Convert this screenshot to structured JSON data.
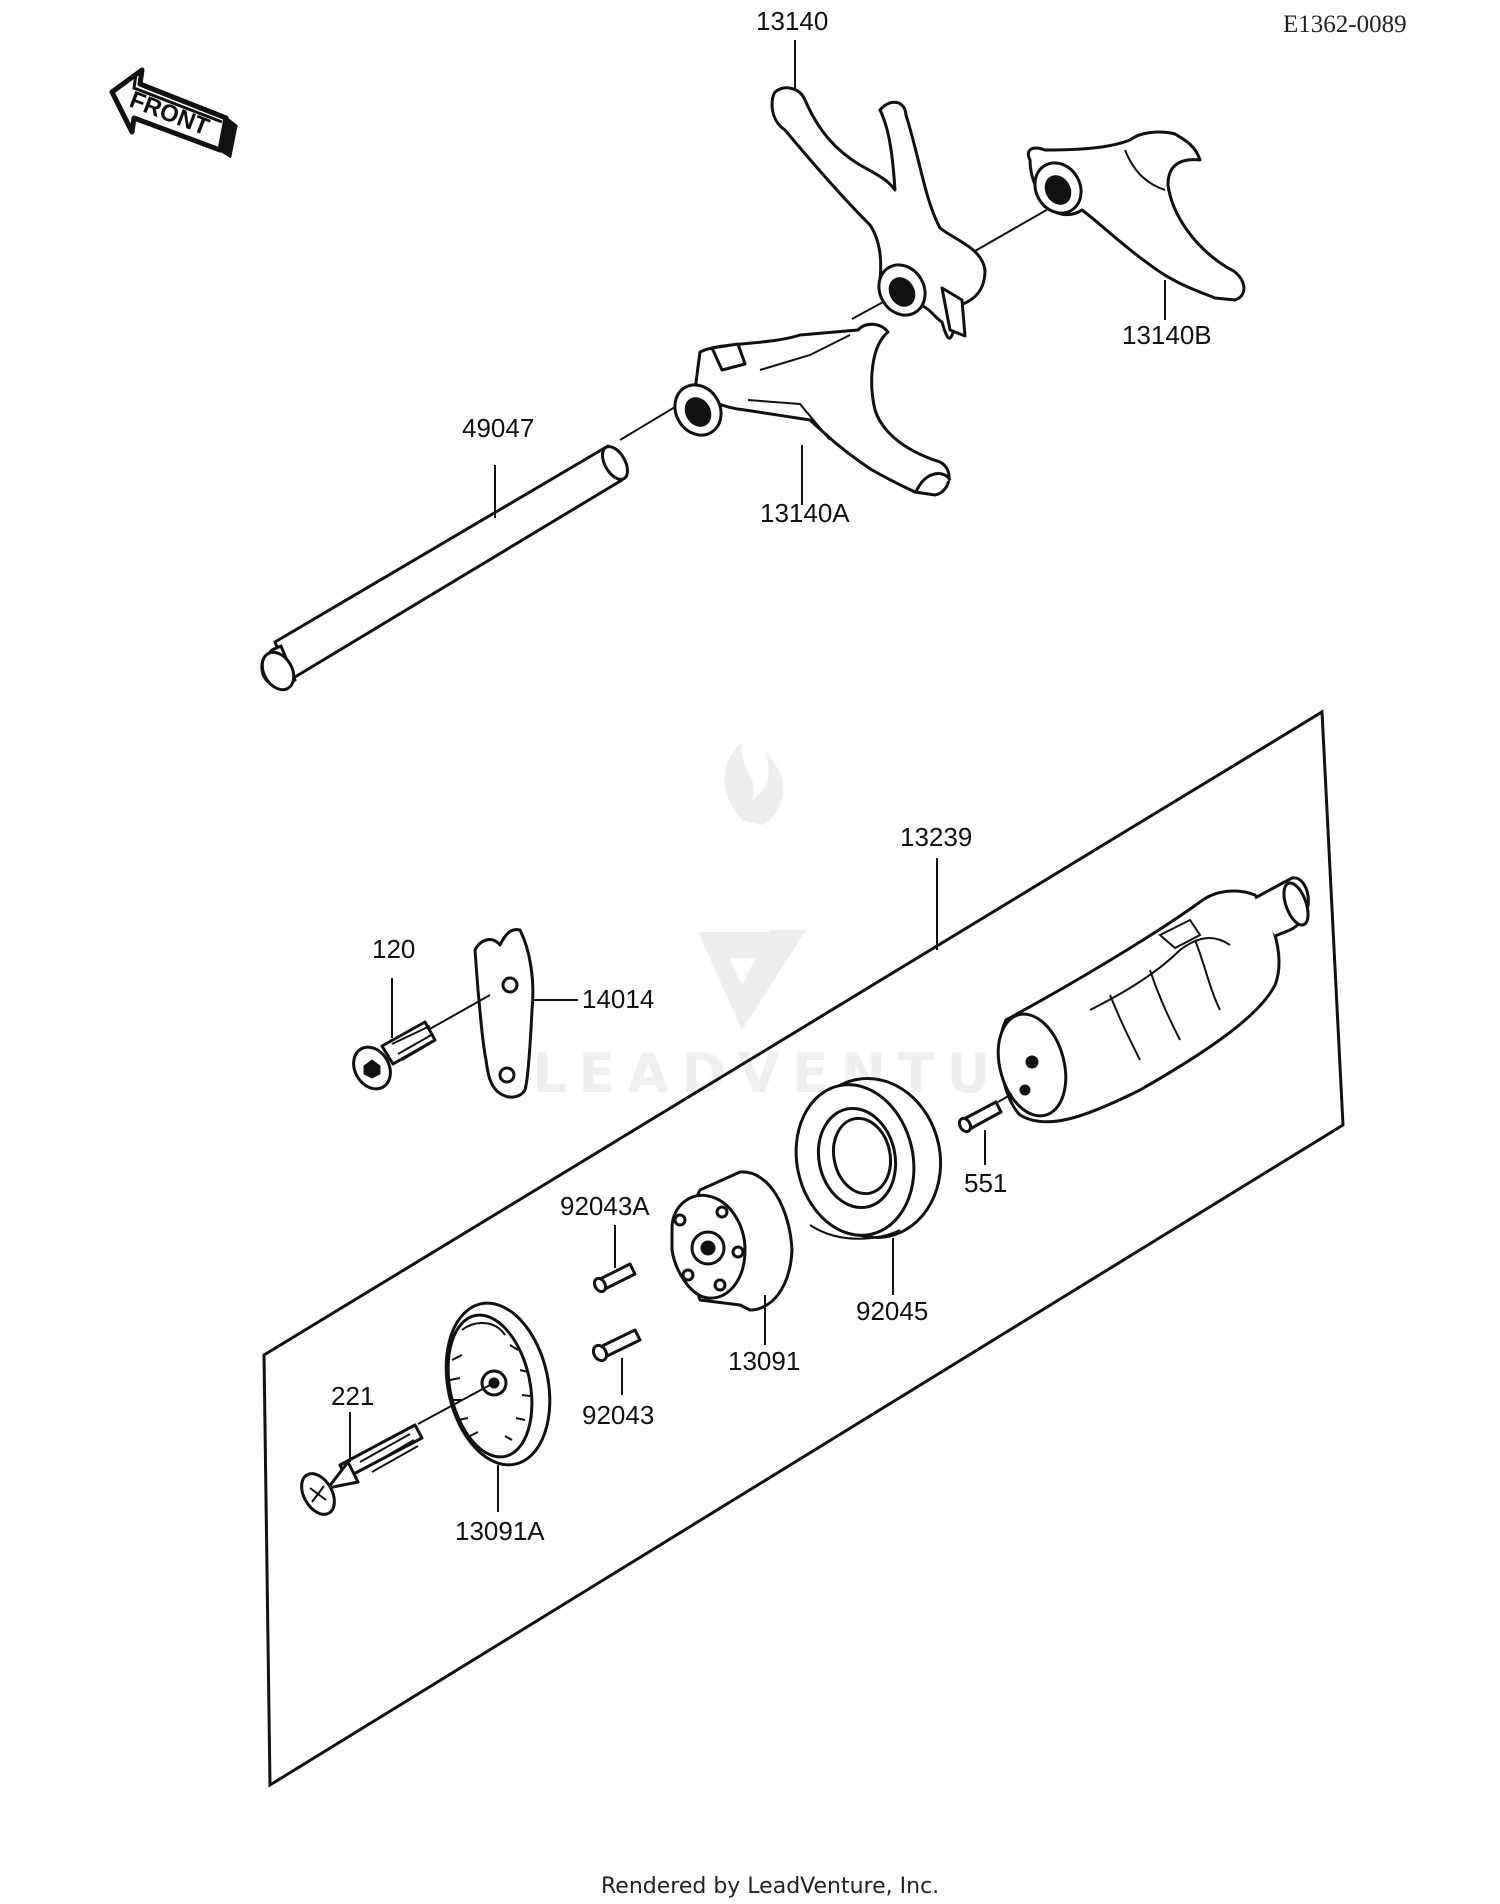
{
  "diagram_code": "E1362-0089",
  "front_label": "FRONT",
  "watermark": "LEADVENTURE",
  "footer": "Rendered by LeadVenture, Inc.",
  "callouts": {
    "fork_13140": "13140",
    "fork_13140b": "13140B",
    "fork_13140a": "13140A",
    "shaft_49047": "49047",
    "drum_13239": "13239",
    "bolt_120": "120",
    "plate_14014": "14014",
    "pin_551": "551",
    "pin_92043a": "92043A",
    "bearing_92045": "92045",
    "holder_13091": "13091",
    "pin_92043": "92043",
    "screw_221": "221",
    "plate_13091a": "13091A"
  }
}
